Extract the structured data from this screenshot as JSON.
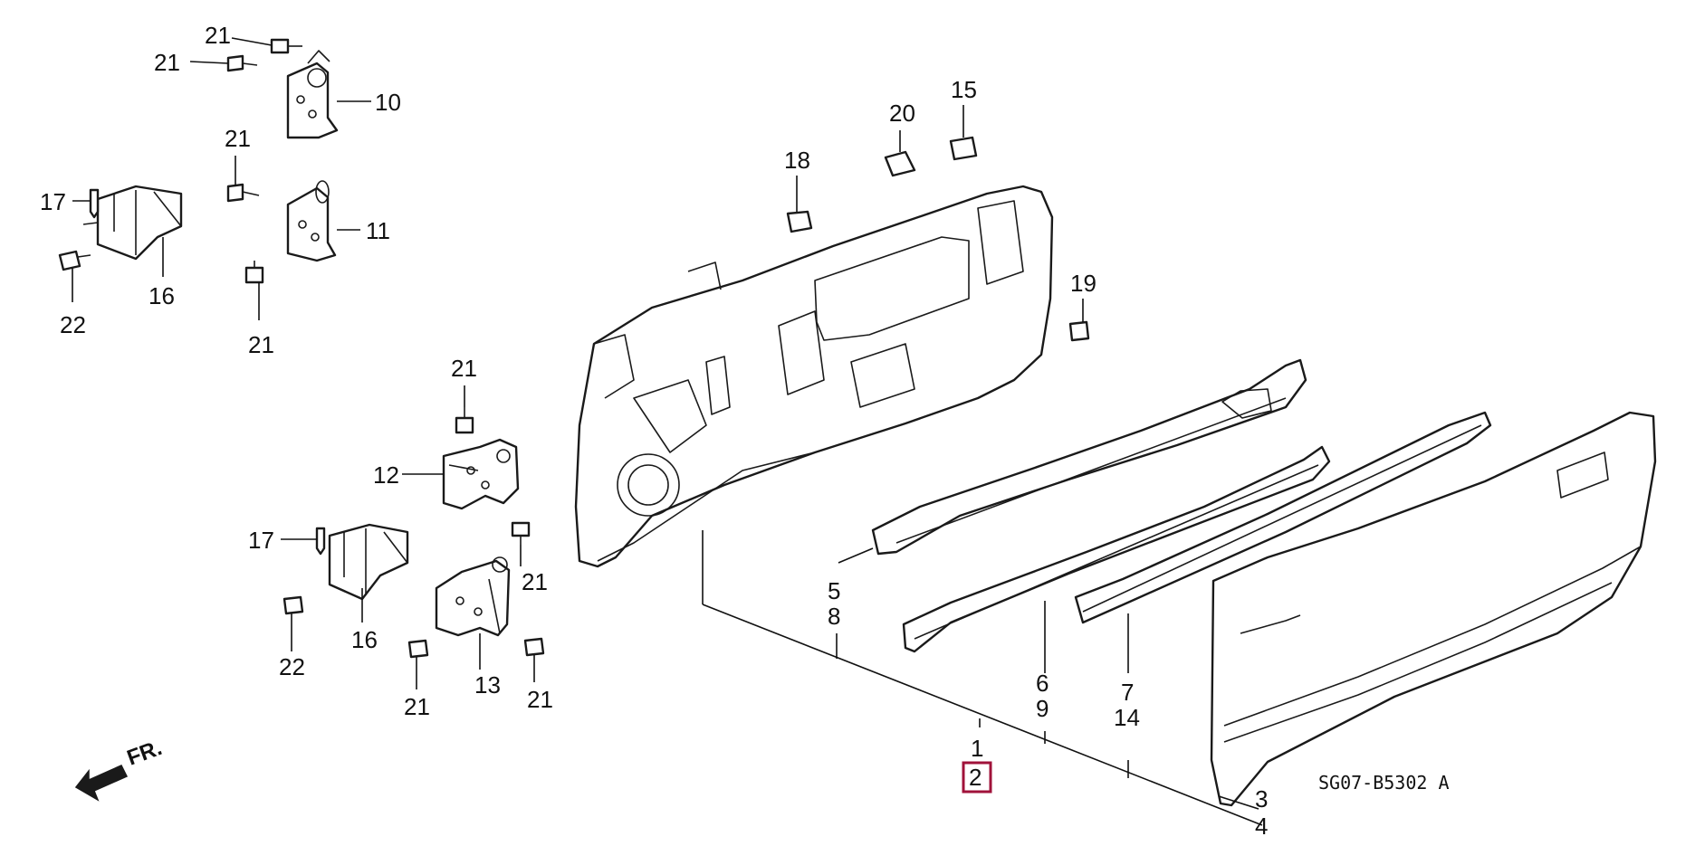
{
  "diagram_code": "SG07-B5302 A",
  "direction_label": "FR.",
  "highlighted_part": "2",
  "callouts": {
    "c21a": "21",
    "c21b": "21",
    "c10": "10",
    "c21c": "21",
    "c11": "11",
    "c21d": "21",
    "c17a": "17",
    "c16a": "16",
    "c22a": "22",
    "c21e": "21",
    "c12": "12",
    "c21f": "21",
    "c17b": "17",
    "c16b": "16",
    "c22b": "22",
    "c13": "13",
    "c21g": "21",
    "c21h": "21",
    "c18": "18",
    "c20": "20",
    "c15": "15",
    "c19": "19",
    "c5": "5",
    "c8": "8",
    "c6": "6",
    "c9": "9",
    "c7": "7",
    "c14": "14",
    "c1": "1",
    "c2": "2",
    "c3": "3",
    "c4": "4"
  }
}
